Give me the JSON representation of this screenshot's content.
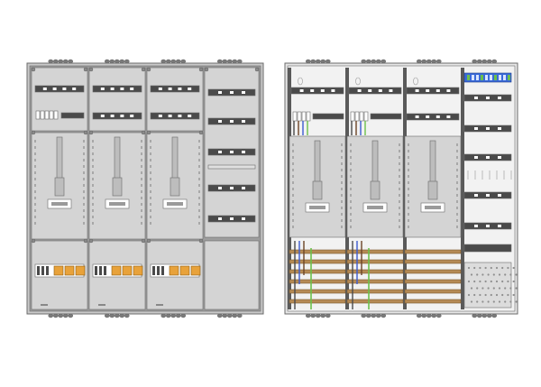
{
  "figure": {
    "views": [
      {
        "id": "front-view",
        "covers": "closed"
      },
      {
        "id": "interior-view",
        "covers": "open"
      }
    ],
    "colors": {
      "enclosure": "#c9c9c9",
      "frame": "#9e9e9e",
      "panel": "#d4d4d4",
      "rail": "#4a4a4a",
      "outline": "#6b6b6b",
      "terminal_orange": "#e8a23a",
      "copper_bar": "#b58a55",
      "earth_green": "#6cc04a",
      "neutral_blue": "#3b5bd0",
      "phase_brown": "#6b4426"
    },
    "front": {
      "meter_columns": 3,
      "right_column_din_rails": 5
    },
    "interior": {
      "meter_columns": 3,
      "right_column_din_rails": 5,
      "busbars_per_column": 6
    }
  }
}
